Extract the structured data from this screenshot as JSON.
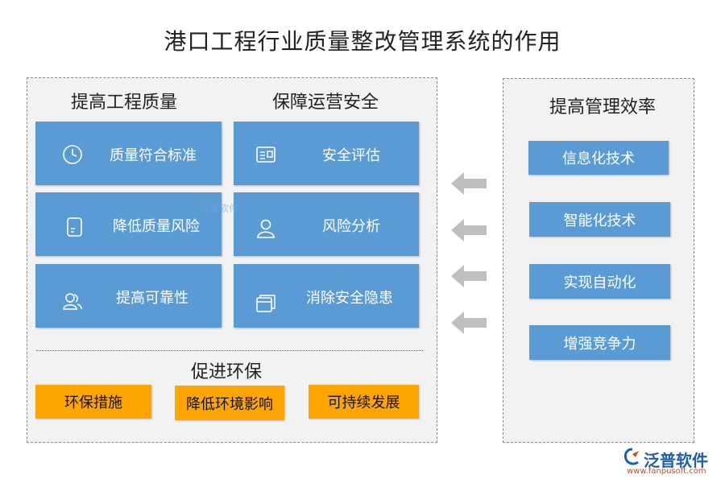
{
  "title": "港口工程行业质量整改管理系统的作用",
  "left": {
    "col1_heading": "提高工程质量",
    "col2_heading": "保障运营安全",
    "col1_items": [
      {
        "label": "质量符合标准",
        "icon": "clock-icon"
      },
      {
        "label": "降低质量风险",
        "icon": "document-icon"
      },
      {
        "label": "提高可靠性",
        "icon": "users-icon"
      }
    ],
    "col2_items": [
      {
        "label": "安全评估",
        "icon": "id-card-icon"
      },
      {
        "label": "风险分析",
        "icon": "user-icon"
      },
      {
        "label": "消除安全隐患",
        "icon": "window-icon"
      }
    ],
    "bottom_heading": "促进环保",
    "bottom_items": [
      "环保措施",
      "降低环境影响",
      "可持续发展"
    ]
  },
  "right": {
    "heading": "提高管理效率",
    "items": [
      "信息化技术",
      "智能化技术",
      "实现自动化",
      "增强竞争力"
    ]
  },
  "watermark": "泛普软件",
  "logo": {
    "name": "泛普软件",
    "url": "www.fanpusoft.com"
  },
  "colors": {
    "tile_blue": "#5b9bd5",
    "orange": "#ffa500",
    "arrow_gray": "#bfbfbf",
    "panel_bg": "#f2f2f2"
  }
}
